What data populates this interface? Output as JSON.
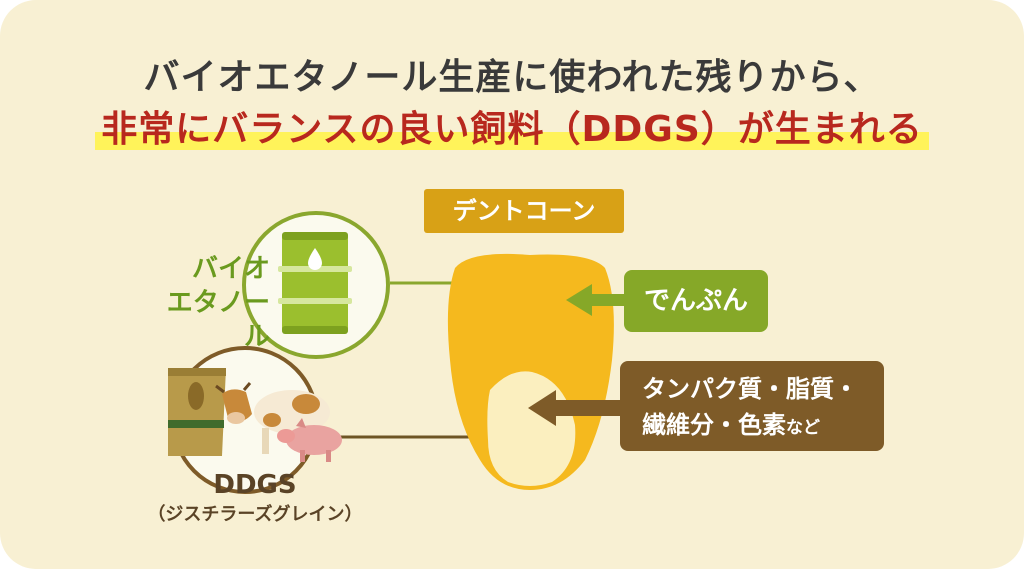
{
  "title": {
    "line1": "バイオエタノール生産に使われた残りから、",
    "line2": "非常にバランスの良い飼料（DDGS）が生まれる"
  },
  "corn": {
    "name": "デントコーン"
  },
  "bioethanol": {
    "line1": "バイオ",
    "line2": "エタノール"
  },
  "starch": {
    "label": "でんぷん"
  },
  "nutrients": {
    "line1": "タンパク質・脂質・",
    "line2": "繊維分・色素",
    "suffix": "など"
  },
  "ddgs": {
    "name": "DDGS",
    "reading": "（ジスチラーズグレイン）"
  },
  "colors": {
    "background": "#f8f0d3",
    "title_dark": "#3a3a3a",
    "title_red": "#b8281e",
    "highlight": "#fff35a",
    "corn_yellow": "#f5b91e",
    "tag_gold": "#d8a116",
    "green": "#86a828",
    "brown": "#7e5b28"
  }
}
